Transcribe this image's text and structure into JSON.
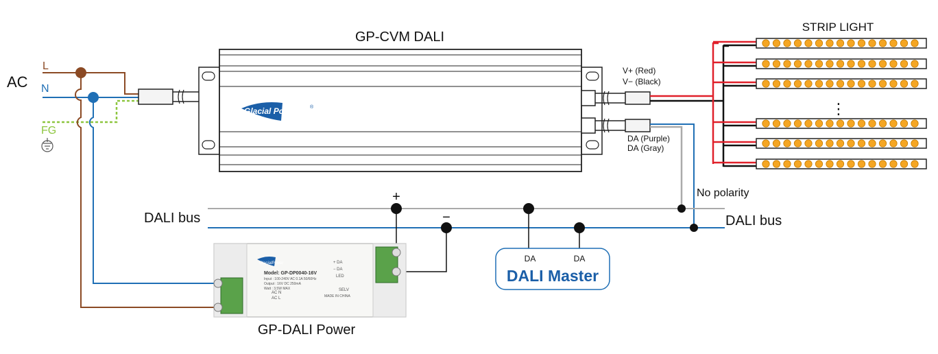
{
  "power": {
    "title": "AC",
    "line": "L",
    "neutral": "N",
    "ground": "FG"
  },
  "driver": {
    "title": "GP-CVM DALI",
    "logo_text": "Glacial Power",
    "logo_mark": "®",
    "v_plus": "V+ (Red)",
    "v_minus": "V− (Black)",
    "da_purple": "DA (Purple)",
    "da_gray": "DA (Gray)"
  },
  "strip": {
    "title": "STRIP LIGHT",
    "ellipsis": "⋮"
  },
  "bus": {
    "label_left": "DALI bus",
    "label_right": "DALI bus",
    "no_polarity": "No polarity",
    "plus": "+",
    "minus": "−"
  },
  "master": {
    "label": "DALI Master",
    "da1": "DA",
    "da2": "DA"
  },
  "psu": {
    "title": "GP-DALI Power",
    "logo_text": "GlacialPower",
    "model": "Model: GP-DP0040-16V",
    "spec1": "Input : 100-240V AC 0.1A 50/60Hz",
    "spec2": "Output : 16V DC 250mA",
    "spec3": "Watt : 3.5W MAX",
    "da_plus": "+ DA",
    "da_minus": "− DA",
    "led": "LED",
    "ac_n": "AC N",
    "ac_l": "AC L",
    "selv": "SELV",
    "made_in": "MADE IN CHINA"
  },
  "colors": {
    "brown": "#8B4A24",
    "blue": "#1F6FB5",
    "green": "#8DC63F",
    "red": "#E0202A",
    "black": "#111111",
    "gray": "#AAAAAA",
    "led": "#F5A623",
    "master_blue": "#1B5FA8"
  }
}
